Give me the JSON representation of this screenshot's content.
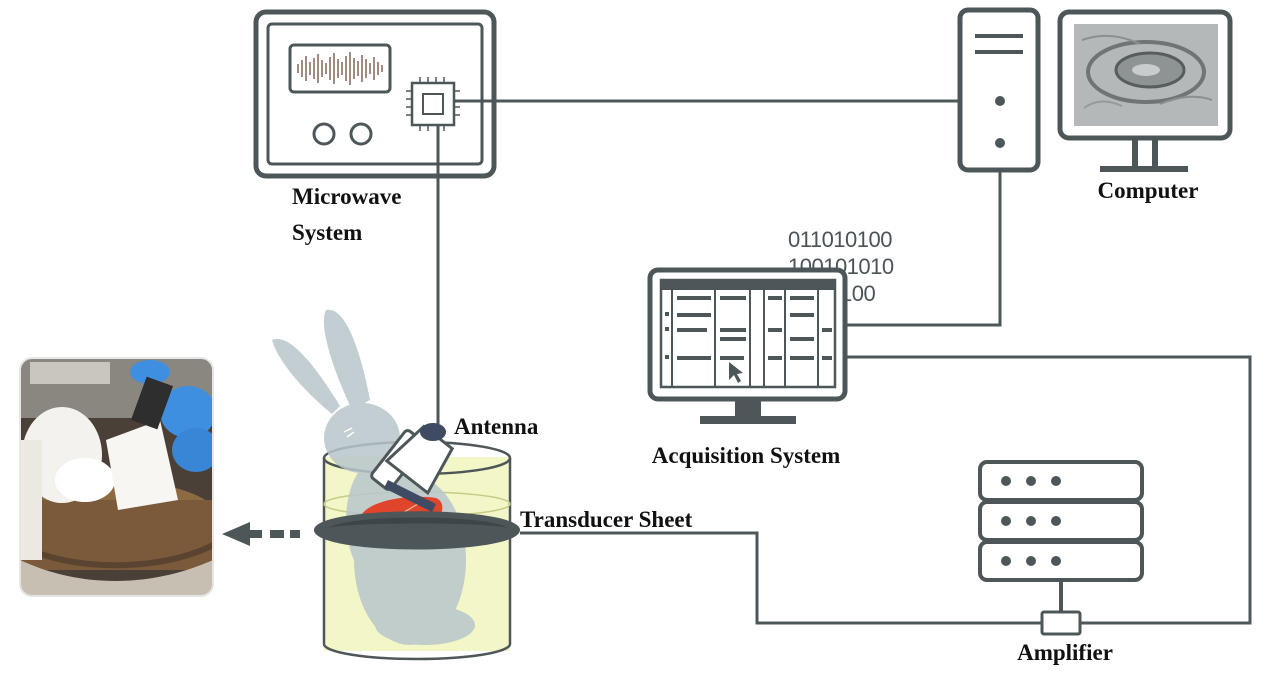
{
  "labels": {
    "microwave_line1": "Microwave",
    "microwave_line2": "System",
    "computer": "Computer",
    "acquisition": "Acquisition System",
    "antenna": "Antenna",
    "transducer": "Transducer Sheet",
    "amplifier": "Amplifier"
  },
  "binary": [
    "011010100",
    "100101010",
    "100"
  ],
  "colors": {
    "stroke": "#4d5759",
    "rabbit": "#b9c6cc",
    "liquid": "#f3f6c6",
    "liver": "#e0452b",
    "photo_glove": "#3f8fe0"
  },
  "icons": {
    "microwave": "microwave-device-icon",
    "chip": "chip-icon",
    "tower": "computer-tower-icon",
    "monitor": "monitor-icon",
    "acquisition": "acquisition-monitor-icon",
    "server": "server-rack-icon",
    "rabbit": "rabbit-silhouette-icon",
    "photo": "experiment-photo"
  }
}
